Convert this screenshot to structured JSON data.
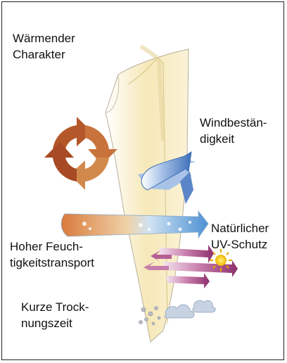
{
  "labels": {
    "warming_line1": "Wärmender",
    "warming_line2": "Charakter",
    "wind_line1": "Windbestän-",
    "wind_line2": "digkeit",
    "uv_line1": "Natürlicher",
    "uv_line2": "UV-Schutz",
    "moisture_line1": "Hoher Feuch-",
    "moisture_line2": "tigkeitstransport",
    "drying_line1": "Kurze Trock-",
    "drying_line2": "nungszeit"
  },
  "colors": {
    "warm_cycle": "#b4572a",
    "wind_arrow": "#5b86c8",
    "moisture_arrow_start": "#d97a3c",
    "moisture_arrow_end": "#5fa0d8",
    "uv_arrow": "#a2477f",
    "sun": "#f2c500",
    "fiber_shade": "#f3e2a6",
    "cloud": "#9cb0c8"
  },
  "icons": [
    "recycle-cycle-icon",
    "wind-arrow-icon",
    "moisture-arrow-icon",
    "uv-arrows-icon",
    "sun-icon",
    "cloud-icon",
    "droplets-icon"
  ]
}
